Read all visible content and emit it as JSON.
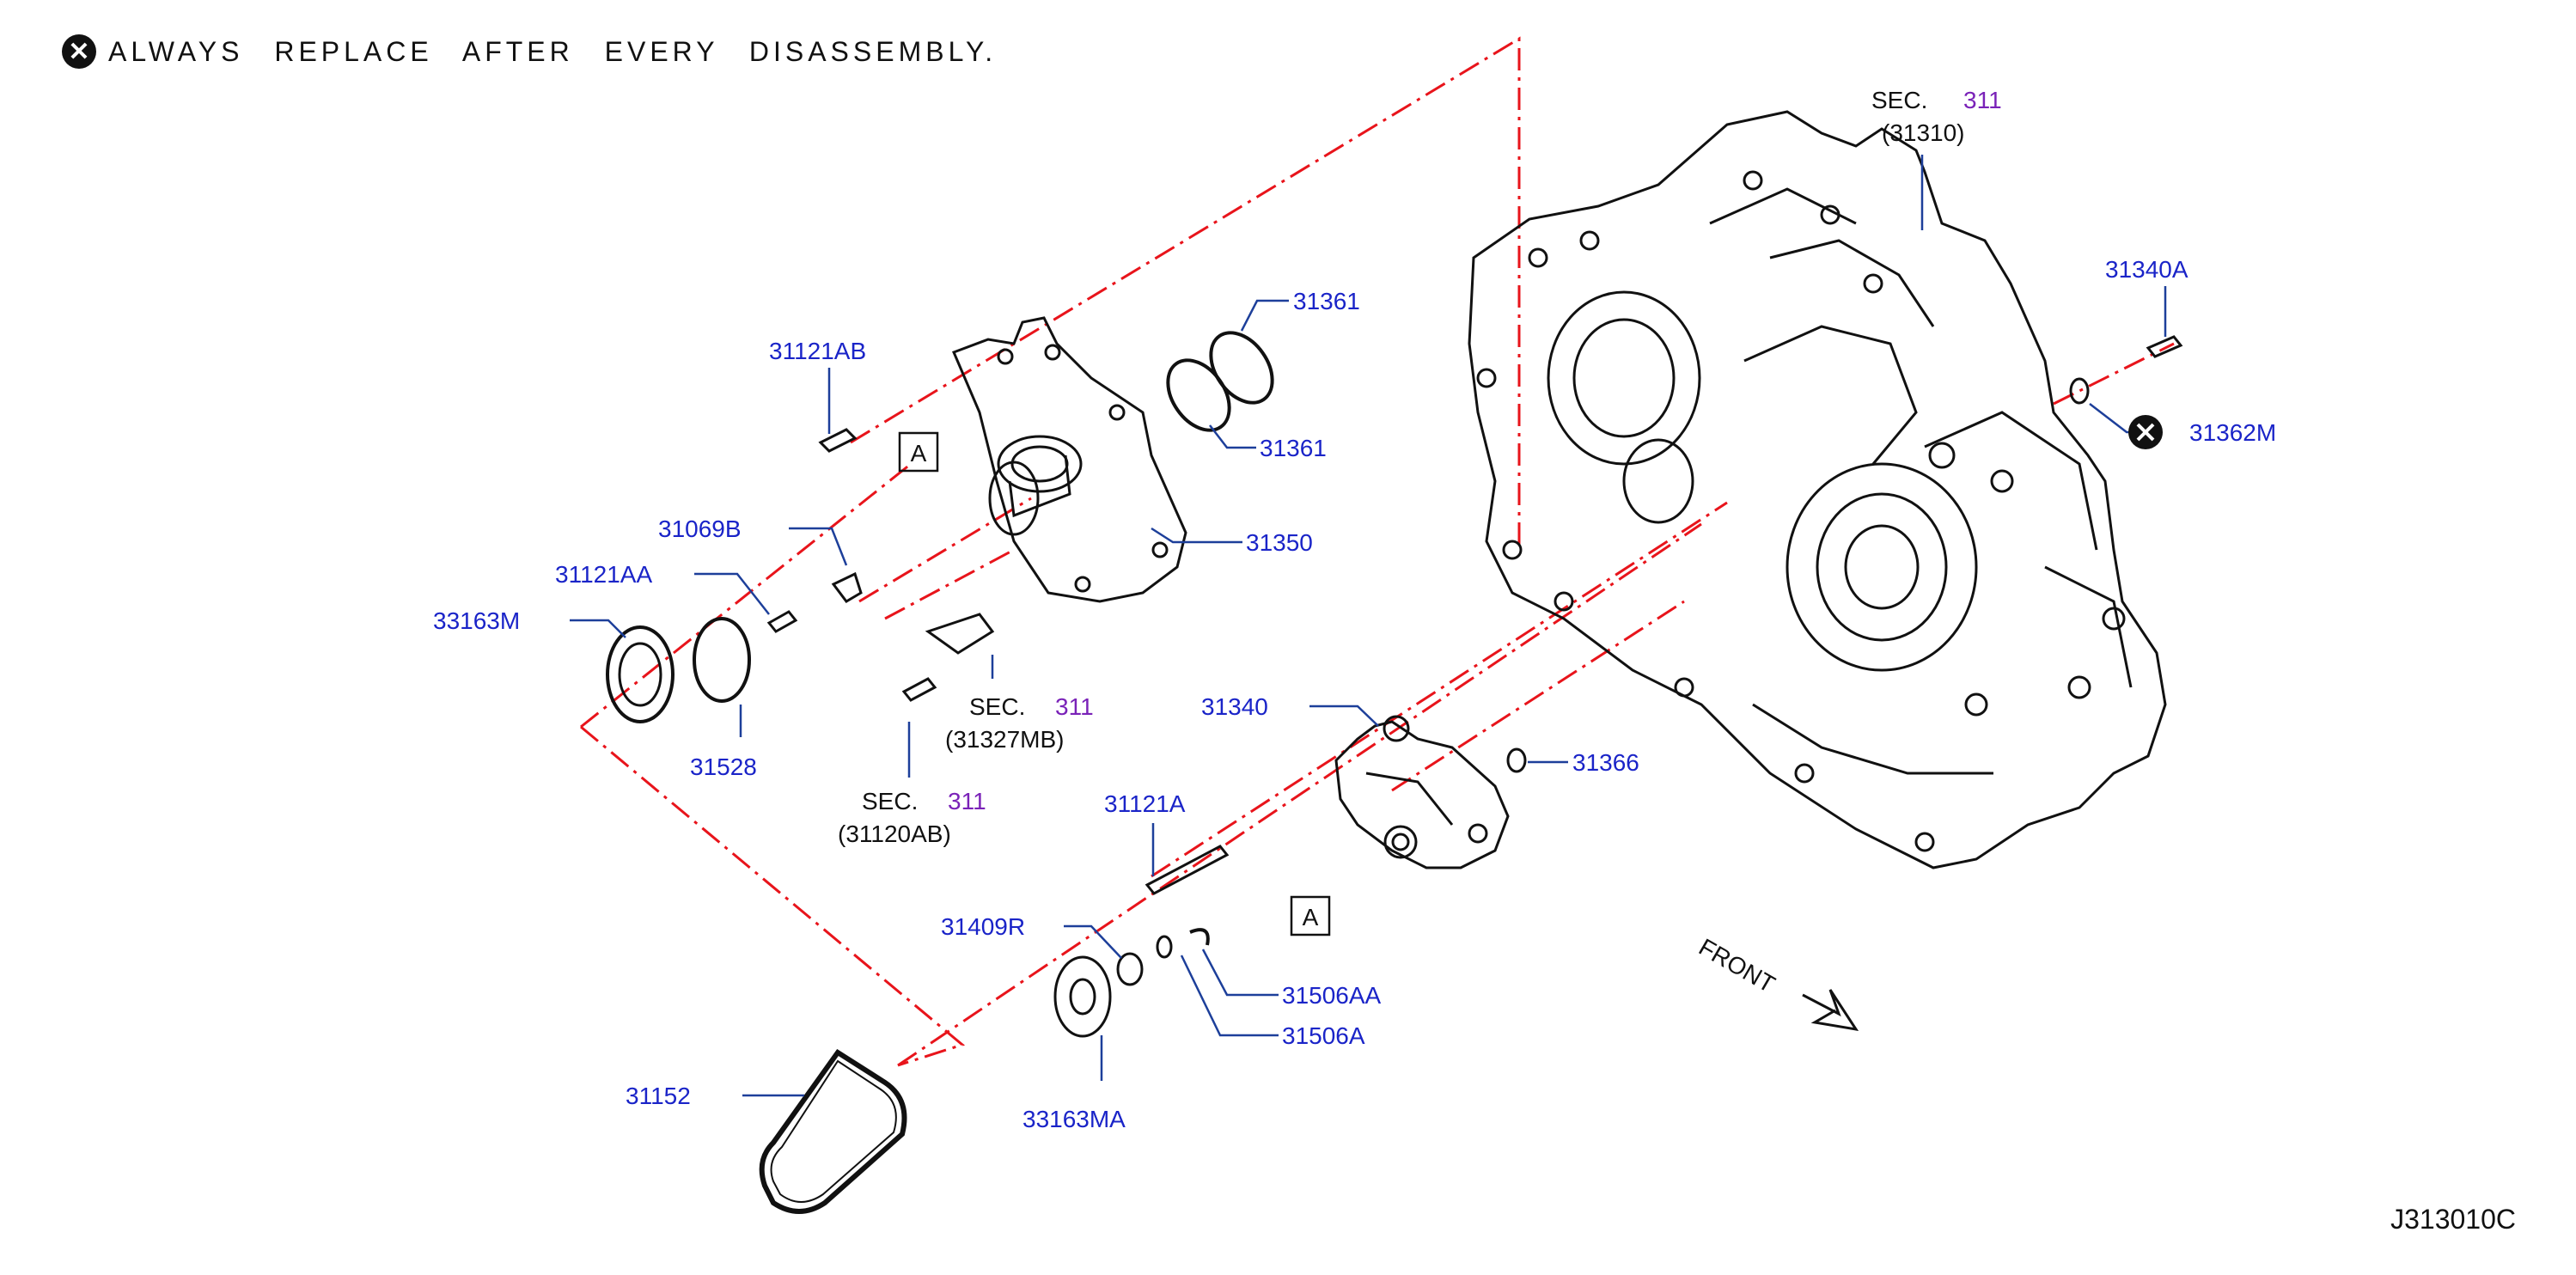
{
  "notice": {
    "symbol": "✕",
    "text": "ALWAYS REPLACE AFTER EVERY DISASSEMBLY."
  },
  "figure_code": "J313010C",
  "front_label": "FRONT",
  "view_marker": "A",
  "part_labels": {
    "p31121AB": "31121AB",
    "p31361_top": "31361",
    "p31361_bot": "31361",
    "p31350": "31350",
    "p31069B": "31069B",
    "p31121AA": "31121AA",
    "p33163M": "33163M",
    "p31528": "31528",
    "p31340": "31340",
    "p31366": "31366",
    "p31121A": "31121A",
    "p31409R": "31409R",
    "p31506AA": "31506AA",
    "p31506A": "31506A",
    "p33163MA": "33163MA",
    "p31152": "31152",
    "p31340A": "31340A",
    "p31362M": "31362M"
  },
  "section_refs": {
    "sec_word": "SEC.",
    "case": {
      "sec": "311",
      "part": "(31310)"
    },
    "bracket": {
      "sec": "311",
      "part": "(31327MB)"
    },
    "bolt": {
      "sec": "311",
      "part": "(31120AB)"
    }
  },
  "colors": {
    "leader": "#1d3f9a",
    "centerline": "#e8141b",
    "part_number": "#1a24c8",
    "section_number": "#7a22b8"
  }
}
